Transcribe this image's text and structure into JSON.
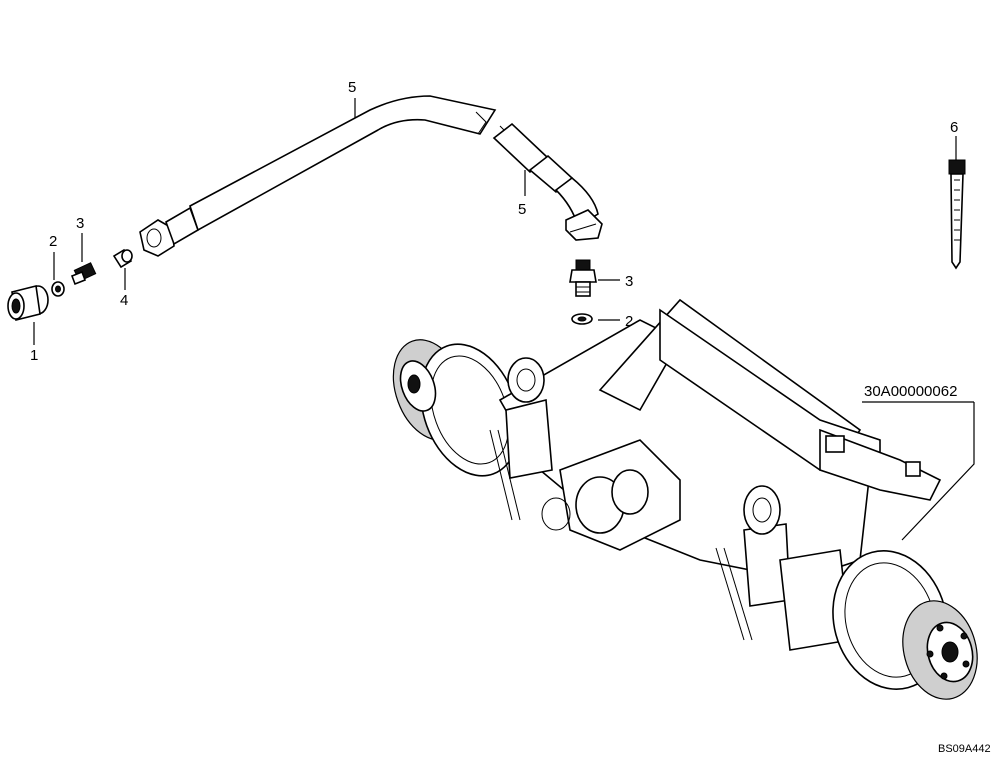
{
  "callouts": {
    "c1": "1",
    "c2a": "2",
    "c3a": "3",
    "c4": "4",
    "c5a": "5",
    "c5b": "5",
    "c3b": "3",
    "c2b": "2",
    "c6": "6"
  },
  "assembly_ref": "30A00000062",
  "drawing_code": "BS09A442"
}
